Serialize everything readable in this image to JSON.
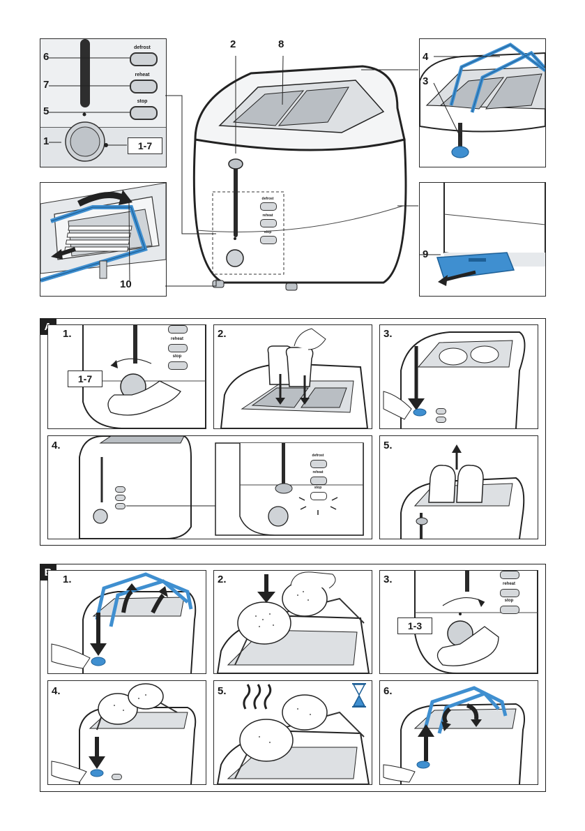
{
  "callouts": {
    "c2": "2",
    "c8": "8",
    "c4": "4",
    "c3": "3",
    "c6": "6",
    "c7": "7",
    "c5": "5",
    "c1": "1",
    "c9": "9",
    "c10": "10",
    "range": "1-7"
  },
  "buttons": {
    "defrost": "defrost",
    "reheat": "reheat",
    "stop": "stop"
  },
  "section_a": {
    "label": "A",
    "steps": [
      "1.",
      "2.",
      "3.",
      "4.",
      "5."
    ],
    "dial_range": "1-7"
  },
  "section_b": {
    "label": "B",
    "steps": [
      "1.",
      "2.",
      "3.",
      "4.",
      "5.",
      "6."
    ],
    "dial_range": "1-3"
  },
  "colors": {
    "accent": "#3f8fd0",
    "accent_dark": "#1d5f96",
    "grey": "#d8dcdf",
    "outline": "#2a2a2a"
  }
}
